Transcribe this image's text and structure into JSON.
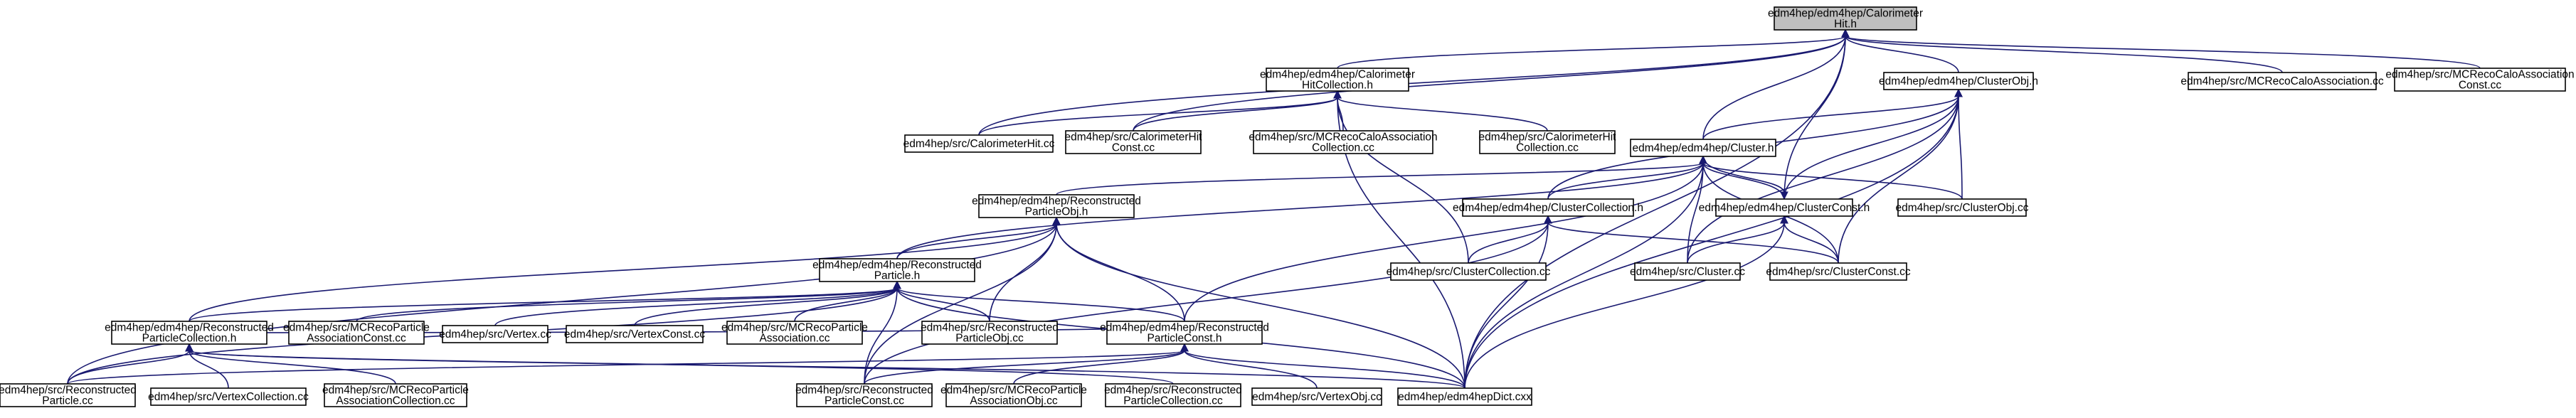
{
  "colors": {
    "edge": "#191970",
    "root_fill": "#bfbfbf",
    "node_fill": "#ffffff",
    "node_stroke": "#000000"
  },
  "nodes": [
    {
      "id": "calohit",
      "lines": [
        "edm4hep/edm4hep/Calorimeter",
        "Hit.h"
      ],
      "root": true
    },
    {
      "id": "calohitcoll_h",
      "lines": [
        "edm4hep/edm4hep/Calorimeter",
        "HitCollection.h"
      ]
    },
    {
      "id": "clusterobj_h",
      "lines": [
        "edm4hep/edm4hep/ClusterObj.h"
      ]
    },
    {
      "id": "mcrecocaloassoc_cc",
      "lines": [
        "edm4hep/src/MCRecoCaloAssociation.cc"
      ]
    },
    {
      "id": "mcrecocaloassocconst_cc",
      "lines": [
        "edm4hep/src/MCRecoCaloAssociation",
        "Const.cc"
      ]
    },
    {
      "id": "calohit_cc",
      "lines": [
        "edm4hep/src/CalorimeterHit.cc"
      ]
    },
    {
      "id": "calohitconst_cc",
      "lines": [
        "edm4hep/src/CalorimeterHit",
        "Const.cc"
      ]
    },
    {
      "id": "mcrecocaloassoccoll_cc",
      "lines": [
        "edm4hep/src/MCRecoCaloAssociation",
        "Collection.cc"
      ]
    },
    {
      "id": "calohitcoll_cc",
      "lines": [
        "edm4hep/src/CalorimeterHit",
        "Collection.cc"
      ]
    },
    {
      "id": "cluster_h",
      "lines": [
        "edm4hep/edm4hep/Cluster.h"
      ]
    },
    {
      "id": "recopartobj_h",
      "lines": [
        "edm4hep/edm4hep/Reconstructed",
        "ParticleObj.h"
      ]
    },
    {
      "id": "clustercoll_h",
      "lines": [
        "edm4hep/edm4hep/ClusterCollection.h"
      ]
    },
    {
      "id": "clusterconst_h",
      "lines": [
        "edm4hep/edm4hep/ClusterConst.h"
      ]
    },
    {
      "id": "clusterobj_cc",
      "lines": [
        "edm4hep/src/ClusterObj.cc"
      ]
    },
    {
      "id": "recopart_h",
      "lines": [
        "edm4hep/edm4hep/Reconstructed",
        "Particle.h"
      ]
    },
    {
      "id": "clustercoll_cc",
      "lines": [
        "edm4hep/src/ClusterCollection.cc"
      ]
    },
    {
      "id": "cluster_cc",
      "lines": [
        "edm4hep/src/Cluster.cc"
      ]
    },
    {
      "id": "clusterconst_cc",
      "lines": [
        "edm4hep/src/ClusterConst.cc"
      ]
    },
    {
      "id": "recopartcoll_h",
      "lines": [
        "edm4hep/edm4hep/Reconstructed",
        "ParticleCollection.h"
      ]
    },
    {
      "id": "mcrecopartassocconst_cc",
      "lines": [
        "edm4hep/src/MCRecoParticle",
        "AssociationConst.cc"
      ]
    },
    {
      "id": "vertex_cc",
      "lines": [
        "edm4hep/src/Vertex.cc"
      ]
    },
    {
      "id": "vertexconst_cc",
      "lines": [
        "edm4hep/src/VertexConst.cc"
      ]
    },
    {
      "id": "mcrecopartassoc_cc",
      "lines": [
        "edm4hep/src/MCRecoParticle",
        "Association.cc"
      ]
    },
    {
      "id": "recopartobj_cc",
      "lines": [
        "edm4hep/src/Reconstructed",
        "ParticleObj.cc"
      ]
    },
    {
      "id": "recopartconst_h",
      "lines": [
        "edm4hep/edm4hep/Reconstructed",
        "ParticleConst.h"
      ]
    },
    {
      "id": "recopart_cc",
      "lines": [
        "edm4hep/src/Reconstructed",
        "Particle.cc"
      ]
    },
    {
      "id": "vertexcoll_cc",
      "lines": [
        "edm4hep/src/VertexCollection.cc"
      ]
    },
    {
      "id": "mcrecopartassoccoll_cc",
      "lines": [
        "edm4hep/src/MCRecoParticle",
        "AssociationCollection.cc"
      ]
    },
    {
      "id": "recopartconst_cc",
      "lines": [
        "edm4hep/src/Reconstructed",
        "ParticleConst.cc"
      ]
    },
    {
      "id": "mcrecopartassocobj_cc",
      "lines": [
        "edm4hep/src/MCRecoParticle",
        "AssociationObj.cc"
      ]
    },
    {
      "id": "recopartcoll_cc",
      "lines": [
        "edm4hep/src/Reconstructed",
        "ParticleCollection.cc"
      ]
    },
    {
      "id": "vertexobj_cc",
      "lines": [
        "edm4hep/src/VertexObj.cc"
      ]
    },
    {
      "id": "dict_cxx",
      "lines": [
        "edm4hep/edm4hepDict.cxx"
      ]
    }
  ]
}
